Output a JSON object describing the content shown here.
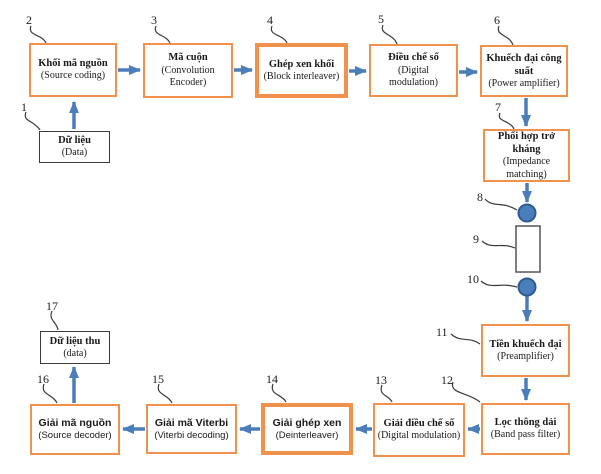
{
  "diagram": {
    "description": "Block diagram of a digital communication system (Vietnamese labels with English translations)",
    "colors": {
      "block_border_orange": "#f0914c",
      "block_border_plain": "#3c3c3c",
      "arrow_blue": "#4a7ebb",
      "node_fill_blue": "#4a7ebb",
      "node_stroke_blue": "#2e5b8f",
      "background": "#ffffff"
    },
    "blocks": {
      "b1": {
        "num": "1",
        "main": "Dữ liệu",
        "sub": "(Data)"
      },
      "b2": {
        "num": "2",
        "main": "Khối mã nguồn",
        "sub": "(Source coding)"
      },
      "b3": {
        "num": "3",
        "main": "Mã cuộn",
        "sub": "(Convolution Encoder)"
      },
      "b4": {
        "num": "4",
        "main": "Ghép xen khối",
        "sub": "(Block interleaver)"
      },
      "b5": {
        "num": "5",
        "main": "Điều chế số",
        "sub": "(Digital modulation)"
      },
      "b6": {
        "num": "6",
        "main": "Khuếch đại công suất",
        "sub": "(Power amplifier)"
      },
      "b7": {
        "num": "7",
        "main": "Phối hợp trở kháng",
        "sub": "(Impedance matching)"
      },
      "n8": {
        "num": "8",
        "shape": "circle"
      },
      "n9": {
        "num": "9",
        "shape": "rectangle"
      },
      "n10": {
        "num": "10",
        "shape": "circle"
      },
      "b11": {
        "num": "11",
        "main": "Tiền khuếch đại",
        "sub": "(Preamplifier)"
      },
      "b12": {
        "num": "12",
        "main": "Lọc thông dải",
        "sub": "(Band pass filter)"
      },
      "b13": {
        "num": "13",
        "main": "Giải điều chế số",
        "sub": "(Digital modulation)"
      },
      "b14": {
        "num": "14",
        "main": "Giải ghép xen",
        "sub": "(Deinterleaver)"
      },
      "b15": {
        "num": "15",
        "main": "Giải mã Viterbi",
        "sub": "(Viterbi decoding)"
      },
      "b16": {
        "num": "16",
        "main": "Giải mã nguồn",
        "sub": "(Source decoder)"
      },
      "b17": {
        "num": "17",
        "main": "Dữ liệu thu",
        "sub": "(data)"
      }
    }
  }
}
